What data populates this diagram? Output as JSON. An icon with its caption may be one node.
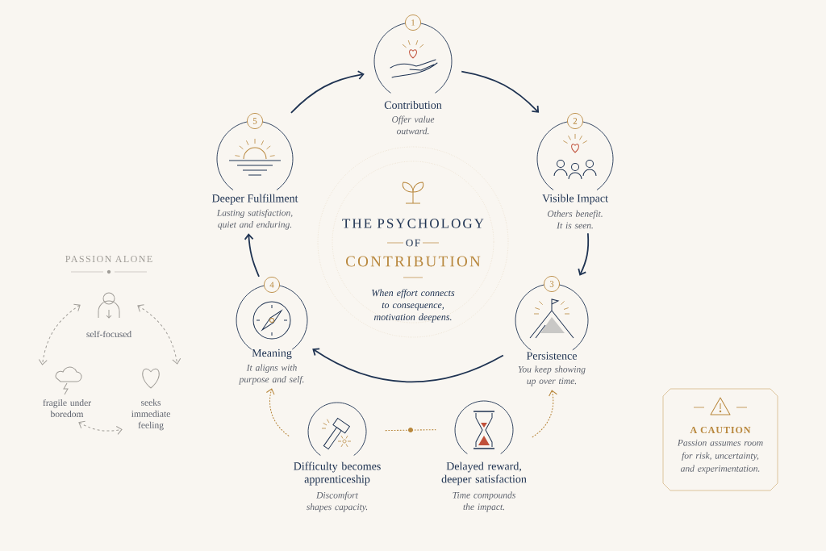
{
  "diagram": {
    "nodes": [
      {
        "text": [
          "1",
          "Contribution",
          "Offer value outward."
        ]
      },
      {
        "text": [
          "2",
          "Visible Impact",
          "Others benefit. It is seen."
        ]
      },
      {
        "text": [
          "3",
          "Persistence",
          "You keep showing up over time."
        ]
      },
      {
        "text": [
          "4",
          "Meaning",
          "It aligns with purpose and self."
        ]
      },
      {
        "text": [
          "5",
          "Deeper Fulfillment",
          "Lasting satisfaction, quiet and enduring."
        ]
      },
      {
        "text": [
          "THE PSYCHOLOGY",
          "OF",
          "CONTRIBUTION",
          "When effort connects to consequence, motivation deepens."
        ]
      },
      {
        "text": [
          "Difficulty becomes apprenticeship",
          "Discomfort shapes capacity."
        ]
      },
      {
        "text": [
          "Delayed reward, deeper satisfaction",
          "Time compounds the impact."
        ]
      },
      {
        "text": [
          "self-focused"
        ]
      },
      {
        "text": [
          "fragile under boredom"
        ]
      },
      {
        "text": [
          "seeks immediate feeling"
        ]
      },
      {
        "text": [
          "A CAUTION",
          "Passion assumes room for risk, uncertainty, and experimentation."
        ]
      }
    ],
    "edges": [
      {
        "from": 0,
        "to": 1,
        "arrow": "to"
      },
      {
        "from": 1,
        "to": 2,
        "arrow": "to"
      },
      {
        "from": 2,
        "to": 3,
        "arrow": "to"
      },
      {
        "from": 3,
        "to": 4,
        "arrow": "to"
      },
      {
        "from": 4,
        "to": 0,
        "arrow": "to"
      },
      {
        "from": 6,
        "to": 3,
        "arrow": "to",
        "style": "dashed",
        "color": "#b8873c"
      },
      {
        "from": 7,
        "to": 2,
        "arrow": "to",
        "style": "dashed",
        "color": "#b8873c"
      },
      {
        "from": 6,
        "to": 7,
        "arrow": "none",
        "style": "dashed",
        "color": "#b8873c"
      },
      {
        "from": 8,
        "to": 9,
        "arrow": "both",
        "style": "dashed",
        "color": "#a09d98"
      },
      {
        "from": 8,
        "to": 10,
        "arrow": "both",
        "style": "dashed",
        "color": "#a09d98"
      },
      {
        "from": 9,
        "to": 10,
        "arrow": "both",
        "style": "dashed",
        "color": "#a09d98"
      }
    ],
    "labels": [
      "PASSION ALONE"
    ]
  }
}
